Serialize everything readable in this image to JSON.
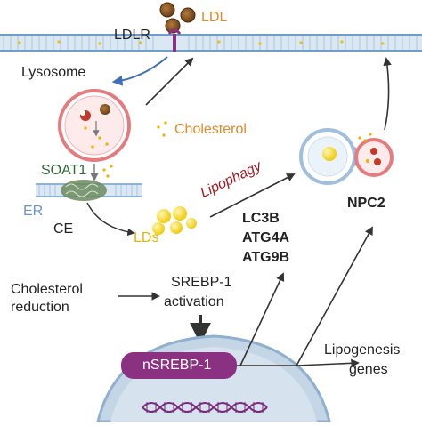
{
  "labels": {
    "ldl": "LDL",
    "ldlr": "LDLR",
    "lysosome": "Lysosome",
    "cholesterol": "Cholesterol",
    "soat1": "SOAT1",
    "er": "ER",
    "ce": "CE",
    "lds": "LDs",
    "lipophagy": "Lipophagy",
    "lc3b": "LC3B",
    "atg4a": "ATG4A",
    "atg9b": "ATG9B",
    "npc2": "NPC2",
    "cholesterol_reduction_1": "Cholesterol",
    "cholesterol_reduction_2": "reduction",
    "srebp1_1": "SREBP-1",
    "srebp1_2": "activation",
    "nsrebp1": "nSREBP-1",
    "lipogenesis_1": "Lipogenesis",
    "lipogenesis_2": "genes"
  },
  "colors": {
    "membrane": "#b9d3ea",
    "membrane_dark": "#6f9cc8",
    "orange_text": "#e08a2a",
    "yellow_lipid": "#f3d21a",
    "ldl_brown": "#7a4d22",
    "lysosome_pink": "#e47c7f",
    "nucleus_blue": "#c4d5e5",
    "nsrebp_fill": "#8a3182",
    "dna": "#7a2a78",
    "lipophagy_red": "#a01b22",
    "soat1_green": "#2e6b34",
    "er_blue": "#6c93c7",
    "arrow_dark": "#333333",
    "arrow_blue": "#3f6fb8"
  }
}
